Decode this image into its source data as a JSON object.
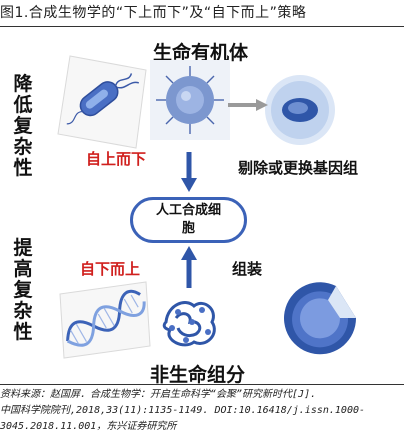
{
  "figure": {
    "title": "图1.合成生物学的“下上而下”及“自下而上”策略"
  },
  "labels": {
    "top_label": "生命有机体",
    "bottom_label": "非生命组分",
    "reduce_complexity": [
      "降",
      "低",
      "复",
      "杂",
      "性"
    ],
    "increase_complexity": [
      "提",
      "高",
      "复",
      "杂",
      "性"
    ],
    "top_down": "自上而下",
    "bottom_up": "自下而上",
    "delete_replace": "剔除或更换基因组",
    "assemble": "组装",
    "center_box_line1": "人工合成细",
    "center_box_line2": "胞"
  },
  "source": {
    "line1": "资料来源：赵国屏．合成生物学：开启生命科学“会聚”研究新时代[J].",
    "line2": "中国科学院院刊,2018,33(11):1135-1149. DOI:10.16418/j.issn.1000-",
    "line3": "3045.2018.11.001，东兴证券研究所"
  },
  "colors": {
    "accent_red": "#d0201e",
    "box_blue": "#3b62b8"
  }
}
